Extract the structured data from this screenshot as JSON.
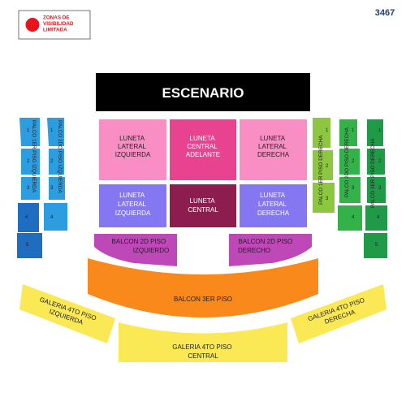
{
  "map_id": "3467",
  "legend": {
    "lines": [
      "ZONAS DE",
      "VISIBILIDAD",
      "LIMITADA"
    ],
    "dot_color": "#e8131b"
  },
  "stage": {
    "label": "ESCENARIO",
    "color": "#000000"
  },
  "colors": {
    "luneta_pink": "#f98ec4",
    "luneta_hotpink": "#e7438e",
    "luneta_violet": "#8576f2",
    "luneta_maroon": "#8e1d4f",
    "balcon_2d": "#bf48b8",
    "balcon_3er": "#f9891b",
    "galeria_4to": "#fbe855",
    "palco_left": "#2c9de0",
    "palco_left_dark": "#1e6dc0",
    "palco_right_lime": "#8dc63f",
    "palco_right_green": "#34b24a",
    "palco_right_darkgreen": "#1f9b48",
    "restricted_dot": "#e8131b"
  },
  "luneta": {
    "top_left": [
      "LUNETA",
      "LATERAL",
      "IZQUIERDA"
    ],
    "top_center": [
      "LUNETA",
      "CENTRAL",
      "ADELANTE"
    ],
    "top_right": [
      "LUNETA",
      "LATERAL",
      "DERECHA"
    ],
    "bottom_left": [
      "LUNETA",
      "LATERAL",
      "IZQUIERDA"
    ],
    "bottom_center": [
      "LUNETA",
      "CENTRAL"
    ],
    "bottom_right": [
      "LUNETA",
      "LATERAL",
      "DERECHA"
    ]
  },
  "balcon_2d": {
    "left": [
      "BALCON 2D PISO",
      "IZQUIERDO"
    ],
    "right": [
      "BALCON 2D PISO",
      "DERECHO"
    ]
  },
  "balcon_3er": {
    "label": "BALCON 3ER PISO"
  },
  "galeria_4to": {
    "left": [
      "GALERIA 4TO PISO",
      "IZQUIERDA"
    ],
    "center": [
      "GALERIA 4TO PISO",
      "CENTRAL"
    ],
    "right": [
      "GALERIA 4TO PISO",
      "DERECHA"
    ]
  },
  "palcos": {
    "left_outer": {
      "label": "PALCO 1ER PISO IZQUIERDA",
      "boxes": [
        "1",
        "2",
        "3",
        "4",
        "5"
      ]
    },
    "left_inner": {
      "label": "PALCO 2DO PISO IZQUIERDA",
      "boxes": [
        "1",
        "2",
        "3",
        "4"
      ]
    },
    "right_inner": {
      "label": "PALCO 1ER PISO DERECHA",
      "boxes": [
        "1",
        "2",
        "3"
      ]
    },
    "right_mid": {
      "label": "PALCO 2DO PISO DERECHA",
      "boxes": [
        "1",
        "2",
        "3",
        "4"
      ]
    },
    "right_outer": {
      "label": "PALCO 3ER PISO DERECHA",
      "boxes": [
        "1",
        "2",
        "3",
        "4",
        "5"
      ]
    }
  }
}
